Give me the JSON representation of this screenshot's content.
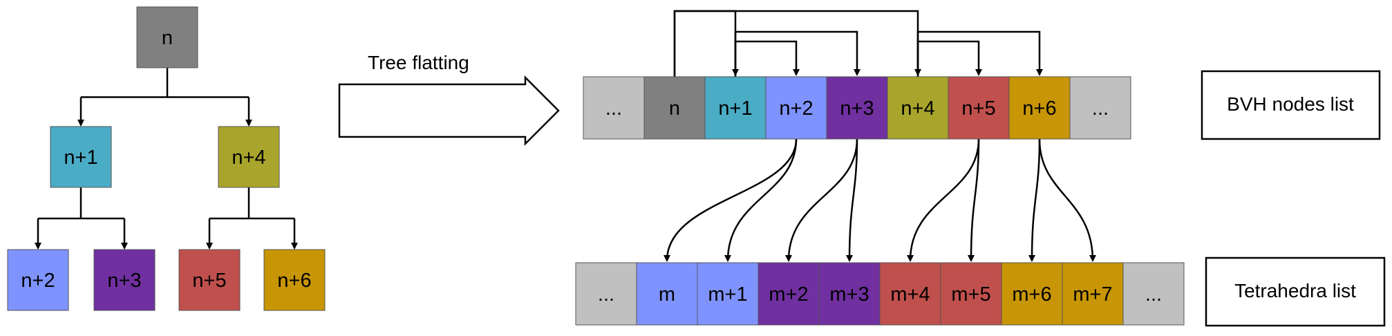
{
  "colors": {
    "gray_light": "#c0c0c0",
    "gray_dark": "#808080",
    "teal": "#4bacc6",
    "periwinkle": "#7f93ff",
    "purple": "#7030a0",
    "olive": "#a9a52c",
    "red": "#c0504d",
    "gold": "#c79506"
  },
  "tree": {
    "nodes": [
      {
        "id": "n",
        "label": "n",
        "color": "gray_dark"
      },
      {
        "id": "n1",
        "label": "n+1",
        "color": "teal"
      },
      {
        "id": "n4",
        "label": "n+4",
        "color": "olive"
      },
      {
        "id": "n2",
        "label": "n+2",
        "color": "periwinkle"
      },
      {
        "id": "n3",
        "label": "n+3",
        "color": "purple"
      },
      {
        "id": "n5",
        "label": "n+5",
        "color": "red"
      },
      {
        "id": "n6",
        "label": "n+6",
        "color": "gold"
      }
    ],
    "edges": [
      [
        "n",
        "n1"
      ],
      [
        "n",
        "n4"
      ],
      [
        "n1",
        "n2"
      ],
      [
        "n1",
        "n3"
      ],
      [
        "n4",
        "n5"
      ],
      [
        "n4",
        "n6"
      ]
    ]
  },
  "arrow_label": "Tree flatting",
  "bvh_list": {
    "caption": "BVH nodes list",
    "cells": [
      {
        "label": "...",
        "color": "gray_light"
      },
      {
        "label": "n",
        "color": "gray_dark"
      },
      {
        "label": "n+1",
        "color": "teal"
      },
      {
        "label": "n+2",
        "color": "periwinkle"
      },
      {
        "label": "n+3",
        "color": "purple"
      },
      {
        "label": "n+4",
        "color": "olive"
      },
      {
        "label": "n+5",
        "color": "red"
      },
      {
        "label": "n+6",
        "color": "gold"
      },
      {
        "label": "...",
        "color": "gray_light"
      }
    ],
    "child_links": [
      {
        "from": 1,
        "to": [
          2,
          5
        ]
      },
      {
        "from": 2,
        "to": [
          3,
          4
        ]
      },
      {
        "from": 5,
        "to": [
          6,
          7
        ]
      }
    ]
  },
  "tet_list": {
    "caption": "Tetrahedra list",
    "cells": [
      {
        "label": "...",
        "color": "gray_light"
      },
      {
        "label": "m",
        "color": "periwinkle"
      },
      {
        "label": "m+1",
        "color": "periwinkle"
      },
      {
        "label": "m+2",
        "color": "purple"
      },
      {
        "label": "m+3",
        "color": "purple"
      },
      {
        "label": "m+4",
        "color": "red"
      },
      {
        "label": "m+5",
        "color": "red"
      },
      {
        "label": "m+6",
        "color": "gold"
      },
      {
        "label": "m+7",
        "color": "gold"
      },
      {
        "label": "...",
        "color": "gray_light"
      }
    ]
  },
  "leaf_links": [
    {
      "from": 3,
      "to": [
        1,
        2
      ]
    },
    {
      "from": 4,
      "to": [
        3,
        4
      ]
    },
    {
      "from": 6,
      "to": [
        5,
        6
      ]
    },
    {
      "from": 7,
      "to": [
        7,
        8
      ]
    }
  ]
}
